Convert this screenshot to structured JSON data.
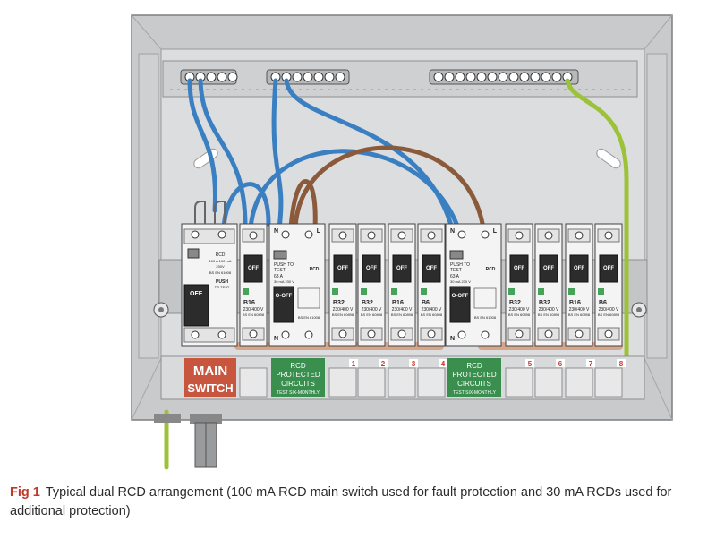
{
  "main_switch": {
    "label_line1": "MAIN",
    "label_line2": "SWITCH",
    "handle_text": "OFF",
    "rating_line1": "RCD",
    "rating_line2": "100 A 100 mA",
    "rating_line3": "230V",
    "std": "BS EN 61008",
    "push_line1": "PUSH",
    "push_line2": "TO TEST"
  },
  "rcd_units": [
    {
      "top_n": "N",
      "top_l": "L",
      "bottom_n": "N",
      "push_line1": "PUSH TO",
      "push_line2": "TEST",
      "title": "RCD",
      "rating": "63 A",
      "spec": "30 mA 230 V",
      "handle_text": "O-OFF",
      "std": "BS EN 61008"
    },
    {
      "top_n": "N",
      "top_l": "L",
      "bottom_n": "N",
      "push_line1": "PUSH TO",
      "push_line2": "TEST",
      "title": "RCD",
      "rating": "63 A",
      "spec": "30 mA 230 V",
      "handle_text": "O-OFF",
      "std": "BS EN 61008"
    }
  ],
  "mcbs": [
    {
      "rating": "B16",
      "volt": "230/400 V",
      "std": "BS EN 60898",
      "handle": "OFF"
    },
    {
      "rating": "B32",
      "volt": "230/400 V",
      "std": "BS EN 60898",
      "handle": "OFF"
    },
    {
      "rating": "B32",
      "volt": "230/400 V",
      "std": "BS EN 60898",
      "handle": "OFF"
    },
    {
      "rating": "B16",
      "volt": "230/400 V",
      "std": "BS EN 60898",
      "handle": "OFF"
    },
    {
      "rating": "B6",
      "volt": "230/400 V",
      "std": "BS EN 60898",
      "handle": "OFF"
    },
    {
      "rating": "B32",
      "volt": "230/400 V",
      "std": "BS EN 60898",
      "handle": "OFF"
    },
    {
      "rating": "B32",
      "volt": "230/400 V",
      "std": "BS EN 60898",
      "handle": "OFF"
    },
    {
      "rating": "B16",
      "volt": "230/400 V",
      "std": "BS EN 60898",
      "handle": "OFF"
    },
    {
      "rating": "B6",
      "volt": "230/400 V",
      "std": "BS EN 60898",
      "handle": "OFF"
    }
  ],
  "labels": {
    "rcd_group": {
      "line1": "RCD",
      "line2": "PROTECTED",
      "line3": "CIRCUITS",
      "line4": "TEST SIX-MONTHLY"
    },
    "circuit_numbers": [
      "1",
      "2",
      "3",
      "4",
      "5",
      "6",
      "7",
      "8"
    ]
  },
  "colors": {
    "enclosure": "#c8c9cb",
    "neutral_wire": "#3a7fc1",
    "live_wire": "#8a5a3b",
    "earth_wire": "#9cc23a",
    "main_switch_label": "#c8563f",
    "rcd_label": "#3a8f4f",
    "number_marker": "#c0392b"
  },
  "caption": {
    "fig": "Fig 1",
    "text": "Typical dual RCD arrangement (100 mA RCD main switch used for fault protection and 30 mA RCDs used for additional protection)"
  }
}
